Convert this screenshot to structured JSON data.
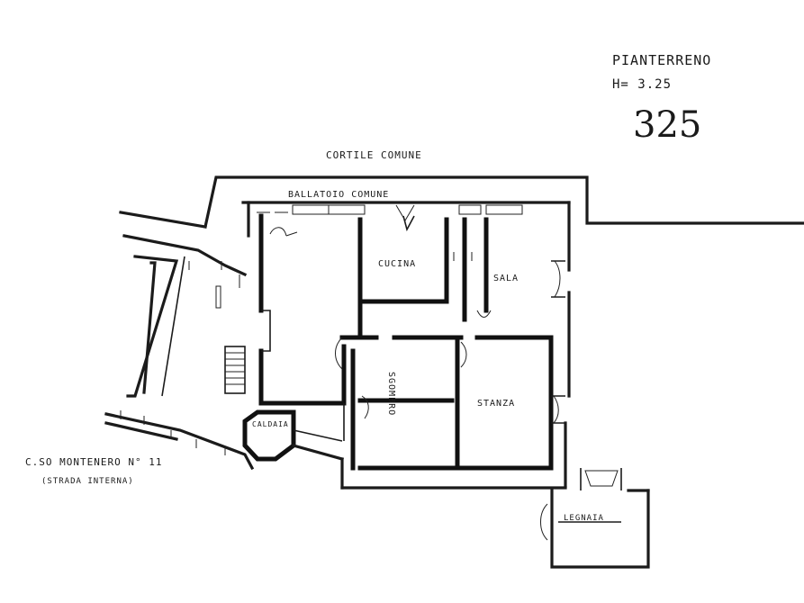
{
  "header": {
    "floor": "PIANTERRENO",
    "height": "H= 3.25",
    "sheet_number": "325"
  },
  "labels": {
    "courtyard": "CORTILE COMUNE",
    "balcony": "BALLATOIO COMUNE",
    "kitchen": "CUCINA",
    "living": "SALA",
    "storage": "SGOMBRO",
    "room": "STANZA",
    "boiler": "CALDAIA",
    "woodshed": "LEGNAIA",
    "street_line1": "C.SO MONTENERO N° 11",
    "street_line2": "(STRADA INTERNA)"
  },
  "colors": {
    "ink": "#1b1b1b",
    "paper": "#ffffff"
  }
}
